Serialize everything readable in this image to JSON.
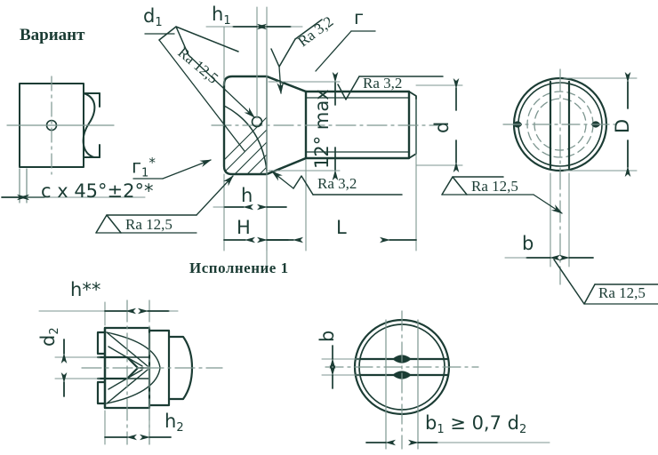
{
  "drawing": {
    "title_variant": "Вариант",
    "title_execution": "Исполнение 1",
    "line_color": "#1b3c34",
    "thin_color": "#5d7a72",
    "background": "#ffffff"
  },
  "labels": {
    "d1": "d",
    "d1_sub": "1",
    "h1": "h",
    "h1_sub": "1",
    "r": "г",
    "r1": "г",
    "r1_sub": "1",
    "r1_sup": "*",
    "h": "h",
    "H": "H",
    "L": "L",
    "d": "d",
    "D": "D",
    "b": "b",
    "b_right": "b",
    "b_bottom": "b",
    "angle": "12° max",
    "chamfer": "c x 45°±2°*",
    "h_dbl": "h",
    "h_dbl_sup": "**",
    "d2": "d",
    "d2_sub": "2",
    "h2": "h",
    "h2_sub": "2",
    "b1_expr": "b",
    "b1_sub": "1",
    "b1_rest": " ≥ 0,7 d",
    "b1_rest_sub": "2"
  },
  "roughness": {
    "ra_12_5_head": "Ra 12,5",
    "ra_3_2_top": "Ra 3,2",
    "ra_3_2_shaft": "Ra 3,2",
    "ra_3_2_bottom": "Ra 3,2",
    "ra_12_5_left": "Ra 12,5",
    "ra_12_5_mid": "Ra 12,5",
    "ra_12_5_right": "Ra 12,5"
  }
}
